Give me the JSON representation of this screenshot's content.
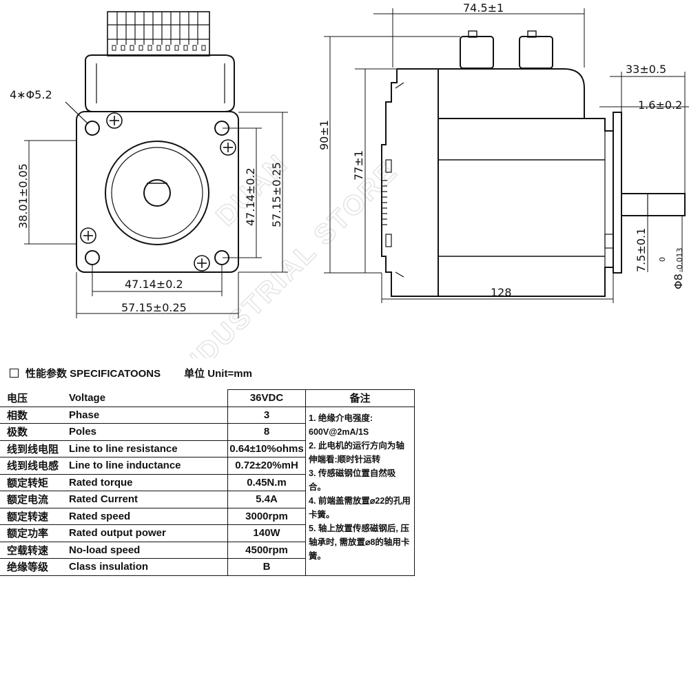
{
  "front_view": {
    "hole_label": "4∗Φ5.2",
    "dim_vertical_left": "38.01±0.05",
    "dim_vertical_inner": "47.14±0.2",
    "dim_vertical_outer": "57.15±0.25",
    "dim_horizontal_inner": "47.14±0.2",
    "dim_horizontal_outer": "57.15±0.25"
  },
  "side_view": {
    "dim_top_width": "74.5±1",
    "dim_height_total": "90±1",
    "dim_height_body": "77±1",
    "dim_length": "128",
    "dim_shaft_length": "33±0.5",
    "dim_flange": "1.6±0.2",
    "dim_flat": "7.5±0.1",
    "dim_shaft_dia": "Φ8",
    "dim_shaft_tol_upper": "0",
    "dim_shaft_tol_lower": "-0.013"
  },
  "watermark": [
    "DUAN",
    "INDUSTRIAL STORE"
  ],
  "spec": {
    "title": "性能参数 SPECIFICATOONS",
    "unit": "单位 Unit=mm",
    "notes_header": "备注",
    "notes": [
      "1. 绝缘介电强度: 600V@2mA/1S",
      "2. 此电机的运行方向为轴伸端看:顺时针运转",
      "3. 传感磁钢位置自然吸合。",
      "4. 前端盖需放置⌀22的孔用卡簧。",
      "5. 轴上放置传感磁钢后, 压轴承时, 需放置⌀8的轴用卡簧。"
    ],
    "rows": [
      {
        "cn": "电压",
        "en": "Voltage",
        "value": "36VDC"
      },
      {
        "cn": "相数",
        "en": "Phase",
        "value": "3"
      },
      {
        "cn": "极数",
        "en": "Poles",
        "value": "8"
      },
      {
        "cn": "线到线电阻",
        "en": "Line to line resistance",
        "value": "0.64±10%ohms"
      },
      {
        "cn": "线到线电感",
        "en": "Line to line inductance",
        "value": "0.72±20%mH"
      },
      {
        "cn": "额定转矩",
        "en": "Rated torque",
        "value": "0.45N.m"
      },
      {
        "cn": "额定电流",
        "en": "Rated Current",
        "value": "5.4A"
      },
      {
        "cn": "额定转速",
        "en": "Rated speed",
        "value": "3000rpm"
      },
      {
        "cn": "额定功率",
        "en": "Rated output power",
        "value": "140W"
      },
      {
        "cn": "空载转速",
        "en": "No-load speed",
        "value": "4500rpm"
      },
      {
        "cn": "绝缘等级",
        "en": "Class insulation",
        "value": "B"
      }
    ]
  }
}
